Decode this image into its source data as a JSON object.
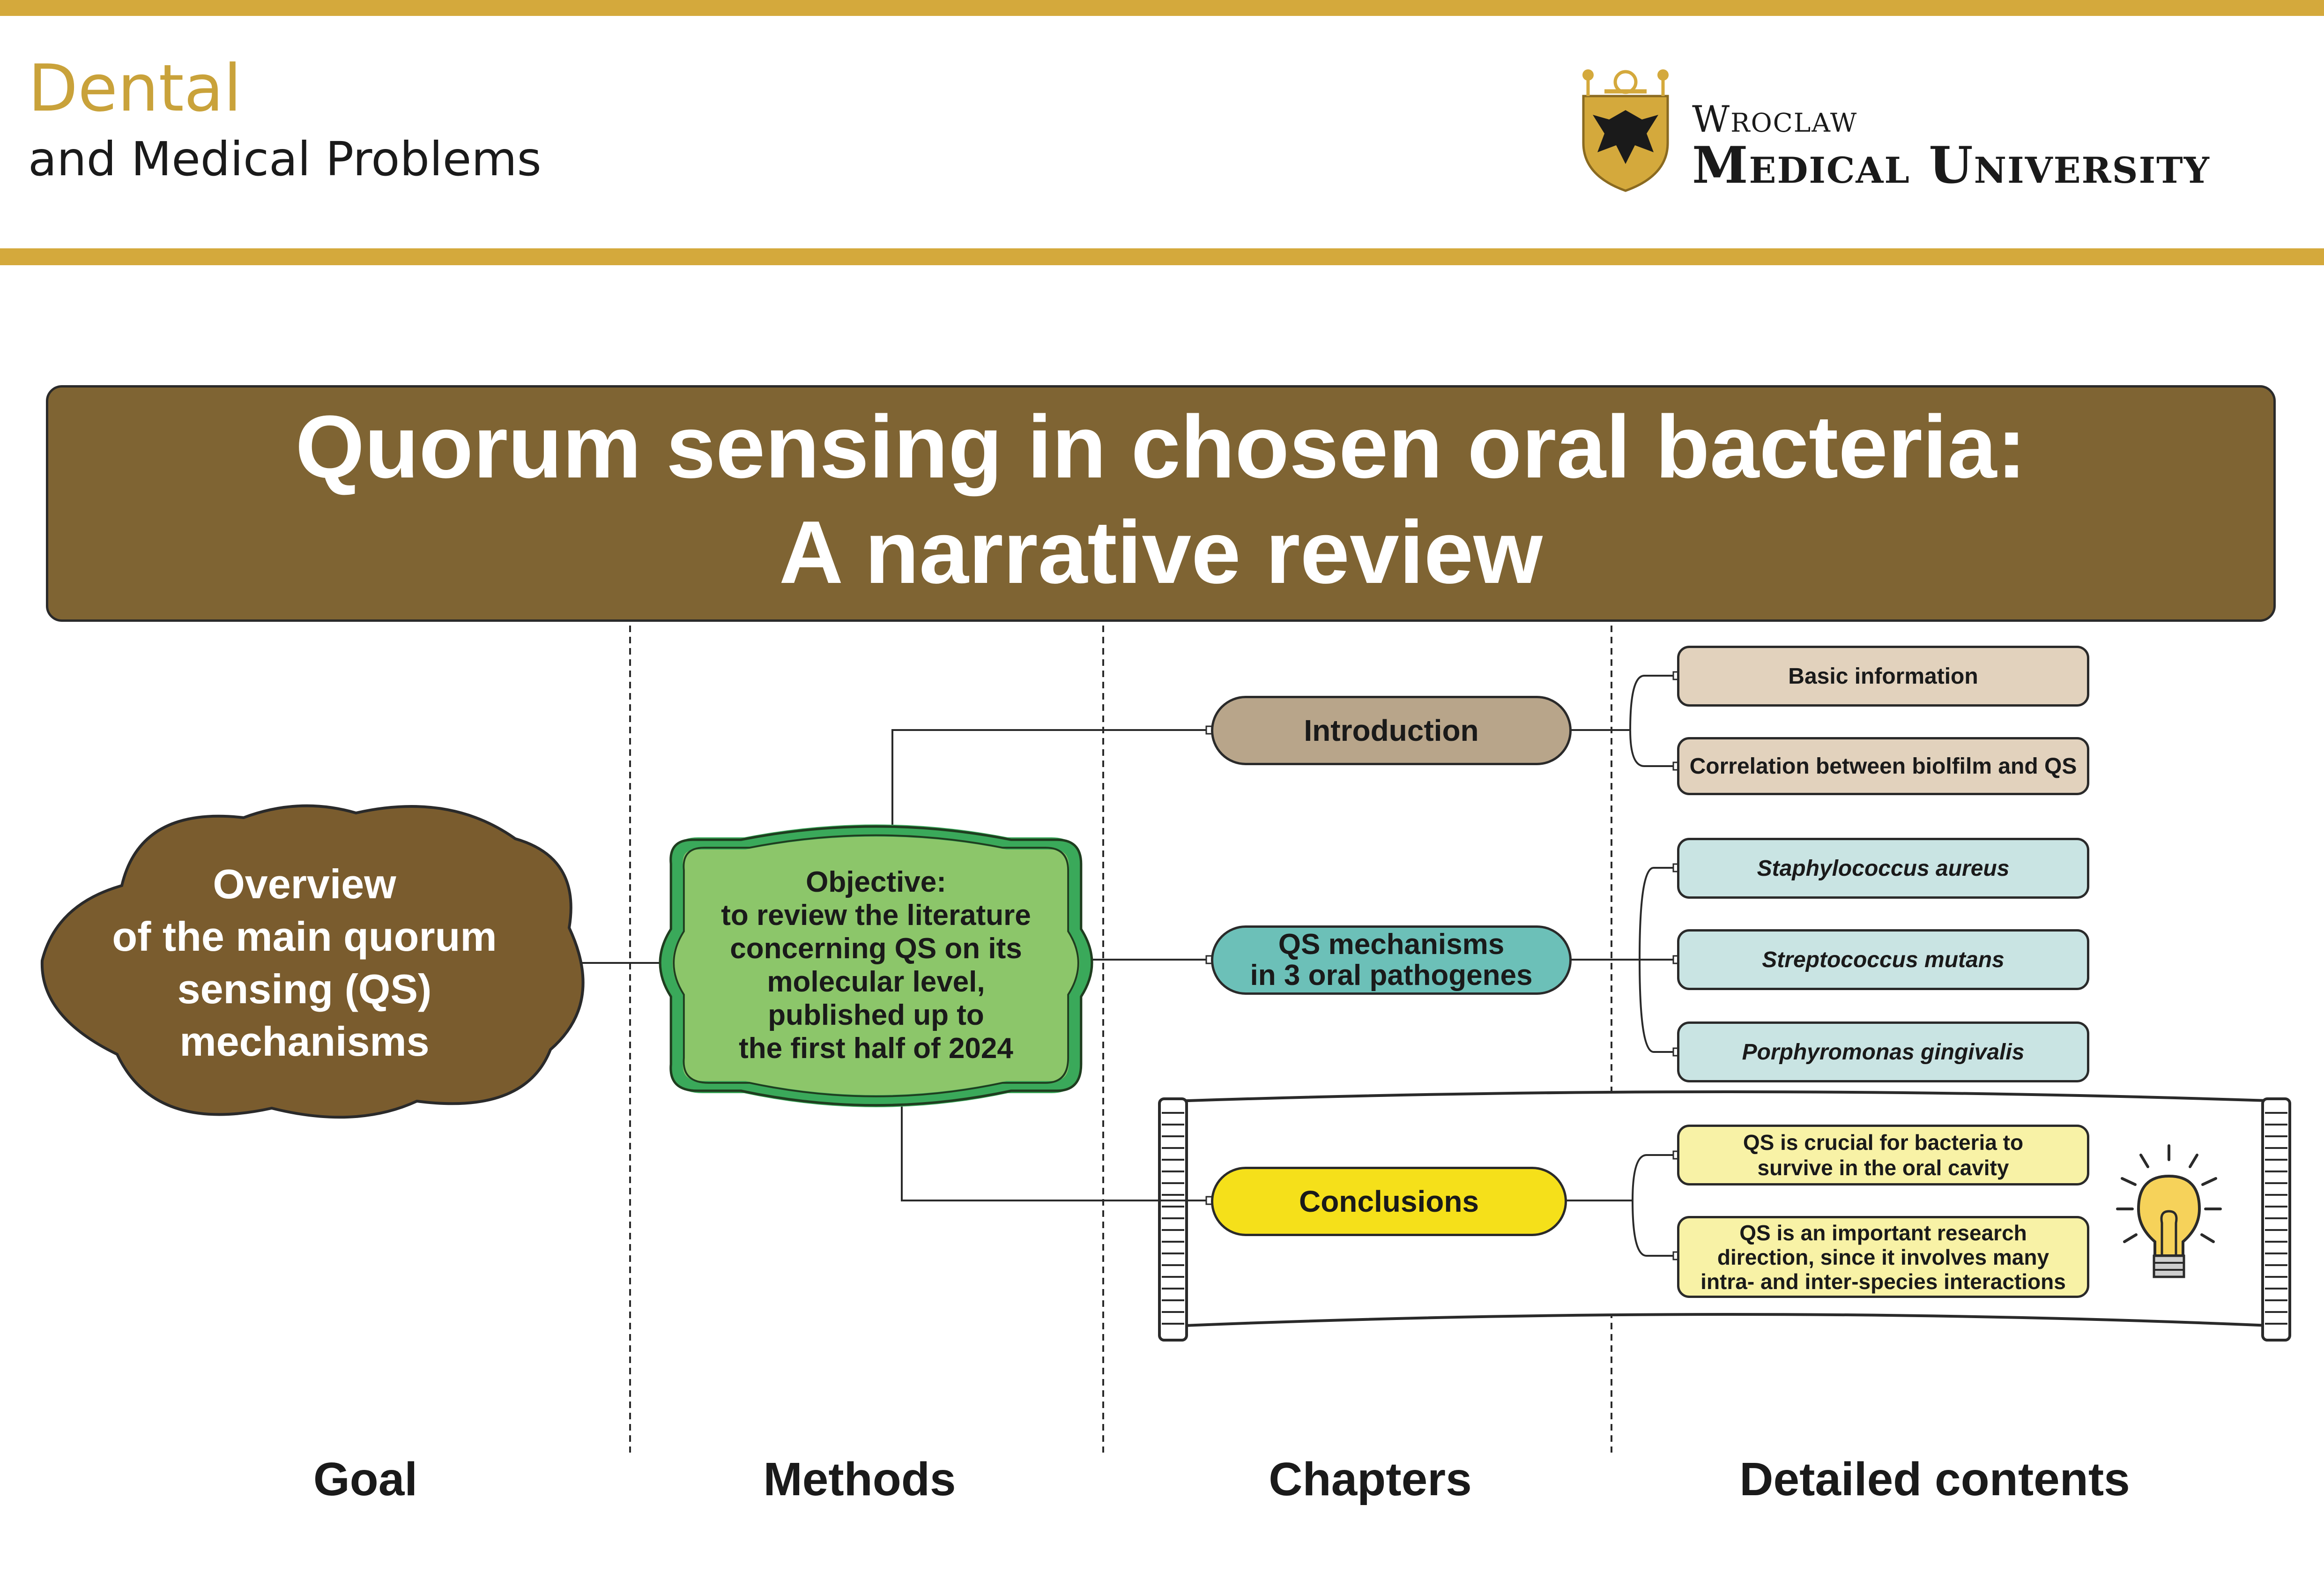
{
  "header": {
    "journal_line1": "Dental",
    "journal_line2": "and Medical Problems",
    "university_line1": "Wroclaw",
    "university_line2": "Medical University"
  },
  "title": {
    "line1": "Quorum sensing in chosen oral bacteria:",
    "line2": "A narrative review"
  },
  "goal": {
    "line1": "Overview",
    "line2": "of the main quorum",
    "line3": "sensing (QS)",
    "line4": "mechanisms"
  },
  "methods": {
    "line1": "Objective:",
    "line2": "to review the literature",
    "line3": "concerning QS on its",
    "line4": "molecular level,",
    "line5": "published up to",
    "line6": "the first half of 2024"
  },
  "chapters": {
    "introduction": "Introduction",
    "qs_line1": "QS mechanisms",
    "qs_line2": "in 3 oral pathogenes",
    "conclusions": "Conclusions"
  },
  "details": {
    "basic_info": "Basic information",
    "correlation": "Correlation between biolfilm and QS",
    "staph": "Staphylococcus aureus",
    "strep": "Streptococcus mutans",
    "porph": "Porphyromonas gingivalis",
    "conc1_line1": "QS is crucial for bacteria to",
    "conc1_line2": "survive in the oral cavity",
    "conc2_line1": "QS is an important research",
    "conc2_line2": "direction, since it involves many",
    "conc2_line3": "intra- and inter-species interactions"
  },
  "column_labels": {
    "goal": "Goal",
    "methods": "Methods",
    "chapters": "Chapters",
    "details": "Detailed contents"
  },
  "colors": {
    "gold": "#d4a93c",
    "title_brown": "#7f6433",
    "goal_brown": "#7a5c2e",
    "methods_green": "#8cc66a",
    "methods_border": "#3aa95a",
    "intro_tan": "#b8a58a",
    "intro_detail": "#e2d2bd",
    "qs_teal": "#6cc0b8",
    "qs_detail": "#c9e4e3",
    "conclusions_yellow": "#f5e01a",
    "conclusion_detail": "#f8f2a6"
  },
  "icons": [
    "university-crest-icon",
    "lightbulb-icon",
    "scroll-icon"
  ]
}
